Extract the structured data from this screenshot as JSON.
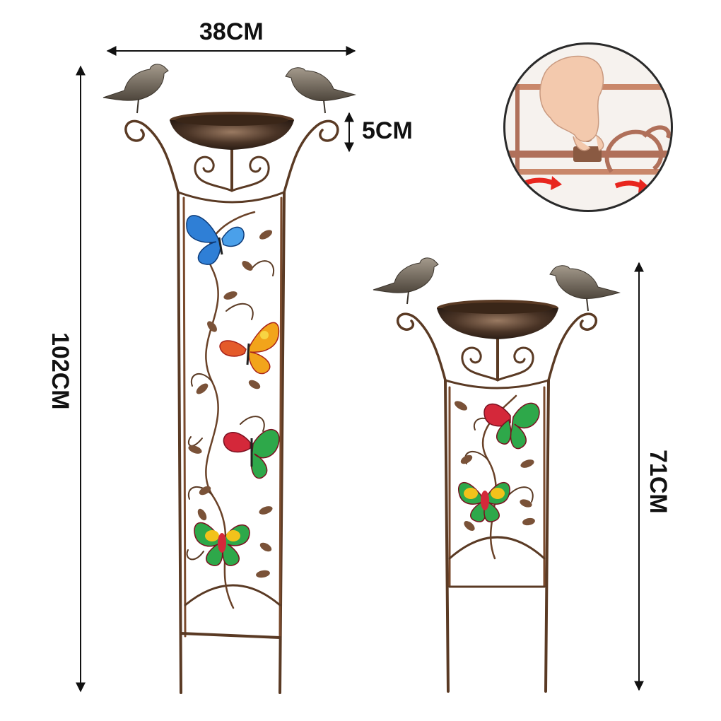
{
  "dimensions": {
    "width": "38CM",
    "bowl_depth": "5CM",
    "tall_height": "102CM",
    "short_height": "71CM"
  },
  "colors": {
    "bronze": "#5a3a24",
    "bronze_light": "#8a5a3a",
    "bird": "#6b6256",
    "butterfly_blue": "#2f7fd6",
    "butterfly_red": "#d4283a",
    "butterfly_yellow": "#f2c21b",
    "butterfly_green": "#2ea84a",
    "arrow_red": "#e8261e"
  },
  "icons": {
    "bird": "bird-figure",
    "butterfly": "butterfly-figure",
    "bowl": "bird-bath-bowl",
    "hand": "hand-assembling-icon"
  }
}
